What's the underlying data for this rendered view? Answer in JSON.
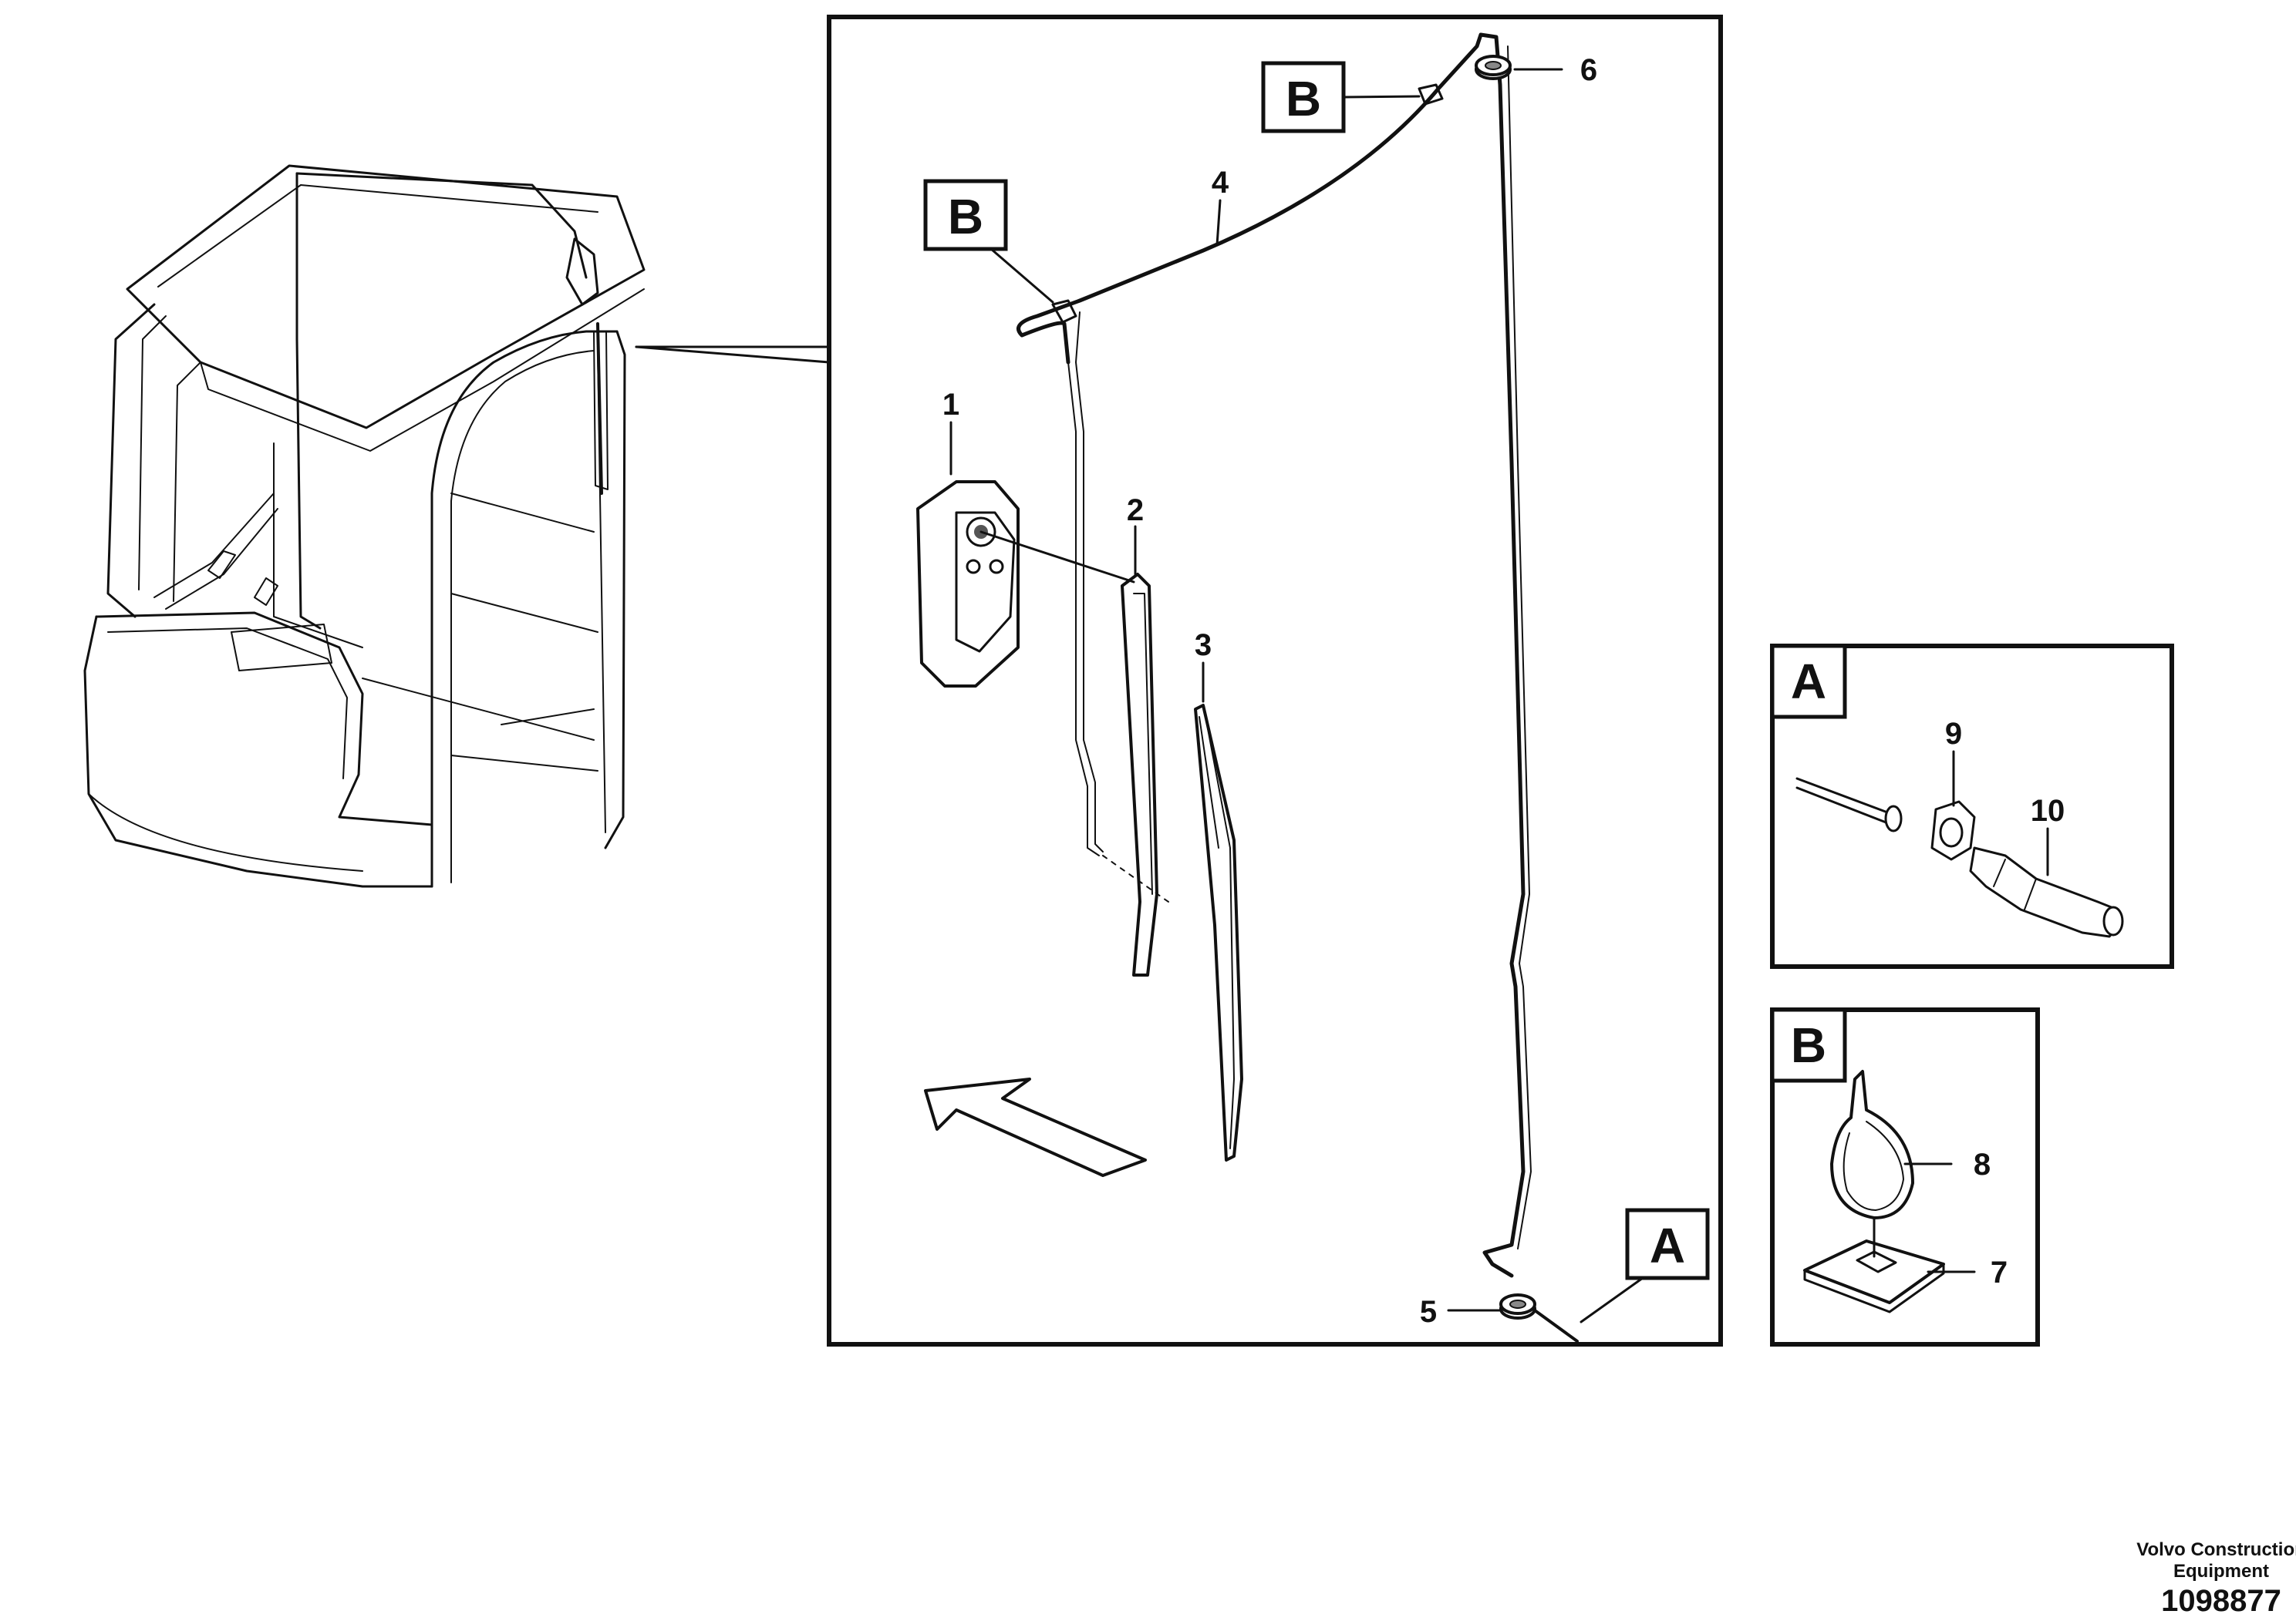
{
  "callouts": {
    "n1": "1",
    "n2": "2",
    "n3": "3",
    "n4": "4",
    "n5": "5",
    "n6": "6",
    "n7": "7",
    "n8": "8",
    "n9": "9",
    "n10": "10"
  },
  "ref_labels": {
    "a": "A",
    "b": "B"
  },
  "footer": {
    "company_line1": "Volvo Construction",
    "company_line2": "Equipment",
    "drawing_number": "1098877"
  }
}
